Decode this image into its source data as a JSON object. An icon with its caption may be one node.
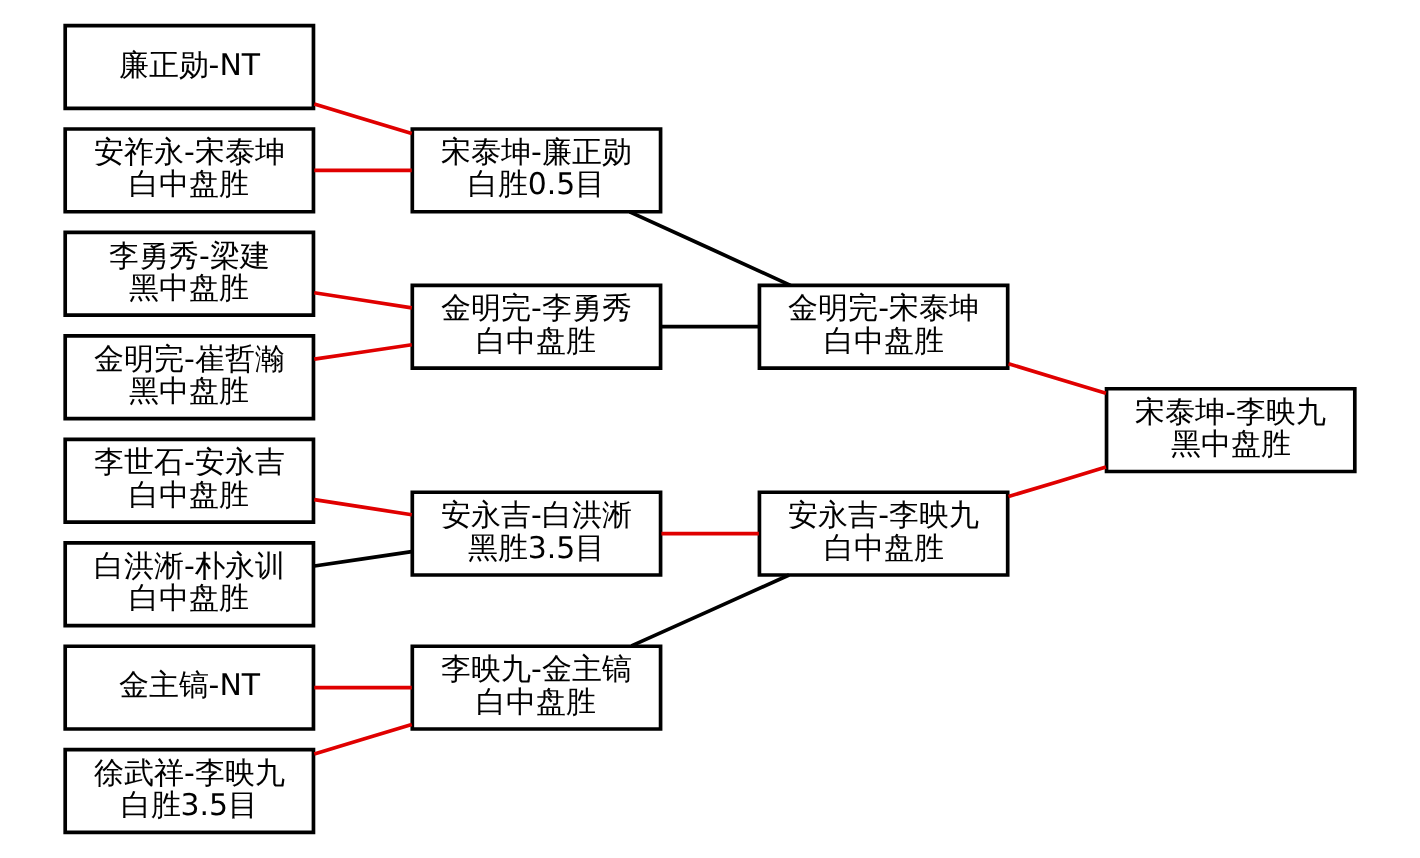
{
  "diagram": {
    "nodes": [
      {
        "text": [
          "廉正勋-NT"
        ]
      },
      {
        "text": [
          "安祚永-宋泰坤",
          "白中盘胜"
        ]
      },
      {
        "text": [
          "李勇秀-梁建",
          "黑中盘胜"
        ]
      },
      {
        "text": [
          "金明完-崔哲瀚",
          "黑中盘胜"
        ]
      },
      {
        "text": [
          "金主镐-NT"
        ]
      },
      {
        "text": [
          "徐武祥-李映九",
          "白胜3.5目"
        ]
      },
      {
        "text": [
          "李世石-安永吉",
          "白中盘胜"
        ]
      },
      {
        "text": [
          "白洪淅-朴永训",
          "白中盘胜"
        ]
      },
      {
        "text": [
          "宋泰坤-廉正勋",
          "白胜0.5目"
        ]
      },
      {
        "text": [
          "金明完-李勇秀",
          "白中盘胜"
        ]
      },
      {
        "text": [
          "李映九-金主镐",
          "白中盘胜"
        ]
      },
      {
        "text": [
          "安永吉-白洪淅",
          "黑胜3.5目"
        ]
      },
      {
        "text": [
          "金明完-宋泰坤",
          "白中盘胜"
        ]
      },
      {
        "text": [
          "安永吉-李映九",
          "白中盘胜"
        ]
      },
      {
        "text": [
          "宋泰坤-李映九",
          "黑中盘胜"
        ]
      }
    ],
    "edges": [
      {
        "from": 0,
        "to": 8,
        "arrow": "none"
      },
      {
        "from": 1,
        "to": 8,
        "arrow": "none"
      },
      {
        "from": 2,
        "to": 9,
        "arrow": "none"
      },
      {
        "from": 3,
        "to": 9,
        "arrow": "none"
      },
      {
        "from": 4,
        "to": 10,
        "arrow": "none"
      },
      {
        "from": 5,
        "to": 10,
        "arrow": "none"
      },
      {
        "from": 6,
        "to": 11,
        "arrow": "none"
      },
      {
        "from": 7,
        "to": 11,
        "arrow": "none",
        "color": "#000000"
      },
      {
        "from": 8,
        "to": 12,
        "arrow": "none",
        "color": "#000000"
      },
      {
        "from": 9,
        "to": 12,
        "arrow": "none",
        "color": "#000000"
      },
      {
        "from": 10,
        "to": 13,
        "arrow": "none",
        "color": "#000000"
      },
      {
        "from": 11,
        "to": 13,
        "arrow": "none"
      },
      {
        "from": 12,
        "to": 14,
        "arrow": "none"
      },
      {
        "from": 13,
        "to": 14,
        "arrow": "none"
      }
    ]
  }
}
